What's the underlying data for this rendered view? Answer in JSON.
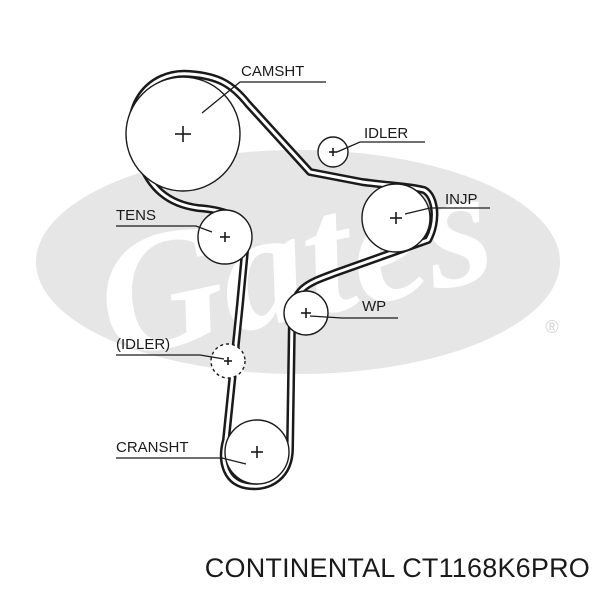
{
  "brand": {
    "watermark_text": "Gates",
    "watermark_color": "#e6e6e6",
    "registered_mark": "®"
  },
  "colors": {
    "line": "#1a1a1a",
    "background": "#ffffff"
  },
  "labels": {
    "camshaft": "CAMSHT",
    "idler": "IDLER",
    "injection_pump": "INJP",
    "tensioner": "TENS",
    "water_pump": "WP",
    "optional_idler": "(IDLER)",
    "crankshaft": "CRANSHT"
  },
  "caption": "CONTINENTAL CT1168K6PRO"
}
